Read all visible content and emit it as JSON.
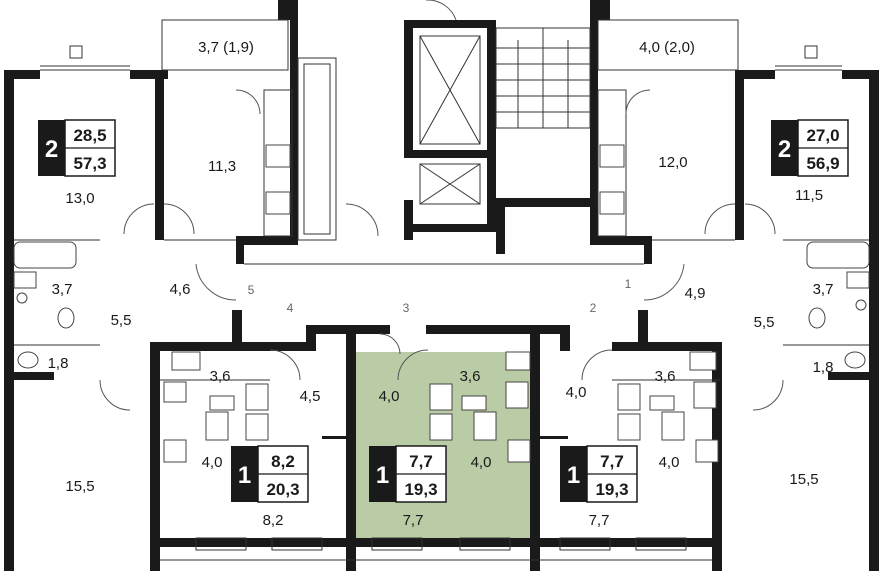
{
  "colors": {
    "wall": "#1a1a1a",
    "highlight": "#b9cca6"
  },
  "rooms": [
    {
      "id": "balcony-left",
      "label": "3,7 (1,9)"
    },
    {
      "id": "balcony-right",
      "label": "4,0 (2,0)"
    },
    {
      "id": "room-tl",
      "label": "13,0"
    },
    {
      "id": "kitchen-tl",
      "label": "11,3"
    },
    {
      "id": "kitchen-tr",
      "label": "12,0"
    },
    {
      "id": "room-tr",
      "label": "11,5"
    },
    {
      "id": "bath-l",
      "label": "3,7"
    },
    {
      "id": "hall-l",
      "label": "5,5"
    },
    {
      "id": "wc-l",
      "label": "1,8"
    },
    {
      "id": "corr-l",
      "label": "4,6"
    },
    {
      "id": "bath-r",
      "label": "3,7"
    },
    {
      "id": "hall-r",
      "label": "5,5"
    },
    {
      "id": "wc-r",
      "label": "1,8"
    },
    {
      "id": "corr-r",
      "label": "4,9"
    },
    {
      "id": "room-bl",
      "label": "15,5"
    },
    {
      "id": "room-br",
      "label": "15,5"
    },
    {
      "id": "bath-a1",
      "label": "3,6"
    },
    {
      "id": "hall-a1",
      "label": "4,5"
    },
    {
      "id": "kit-a1",
      "label": "4,0"
    },
    {
      "id": "room-a1",
      "label": "8,2"
    },
    {
      "id": "hall-a2",
      "label": "4,0"
    },
    {
      "id": "bath-a2",
      "label": "3,6"
    },
    {
      "id": "kit-a2",
      "label": "4,0"
    },
    {
      "id": "room-a2",
      "label": "7,7"
    },
    {
      "id": "hall-a3",
      "label": "4,0"
    },
    {
      "id": "bath-a3",
      "label": "3,6"
    },
    {
      "id": "kit-a3",
      "label": "4,0"
    },
    {
      "id": "room-a3",
      "label": "7,7"
    }
  ],
  "door_numbers": [
    "1",
    "2",
    "3",
    "4",
    "5"
  ],
  "apartments": [
    {
      "id": "apt-tl",
      "rooms": "2",
      "living": "28,5",
      "total": "57,3"
    },
    {
      "id": "apt-tr",
      "rooms": "2",
      "living": "27,0",
      "total": "56,9"
    },
    {
      "id": "apt-a1",
      "rooms": "1",
      "living": "8,2",
      "total": "20,3"
    },
    {
      "id": "apt-a2",
      "rooms": "1",
      "living": "7,7",
      "total": "19,3"
    },
    {
      "id": "apt-a3",
      "rooms": "1",
      "living": "7,7",
      "total": "19,3"
    }
  ]
}
